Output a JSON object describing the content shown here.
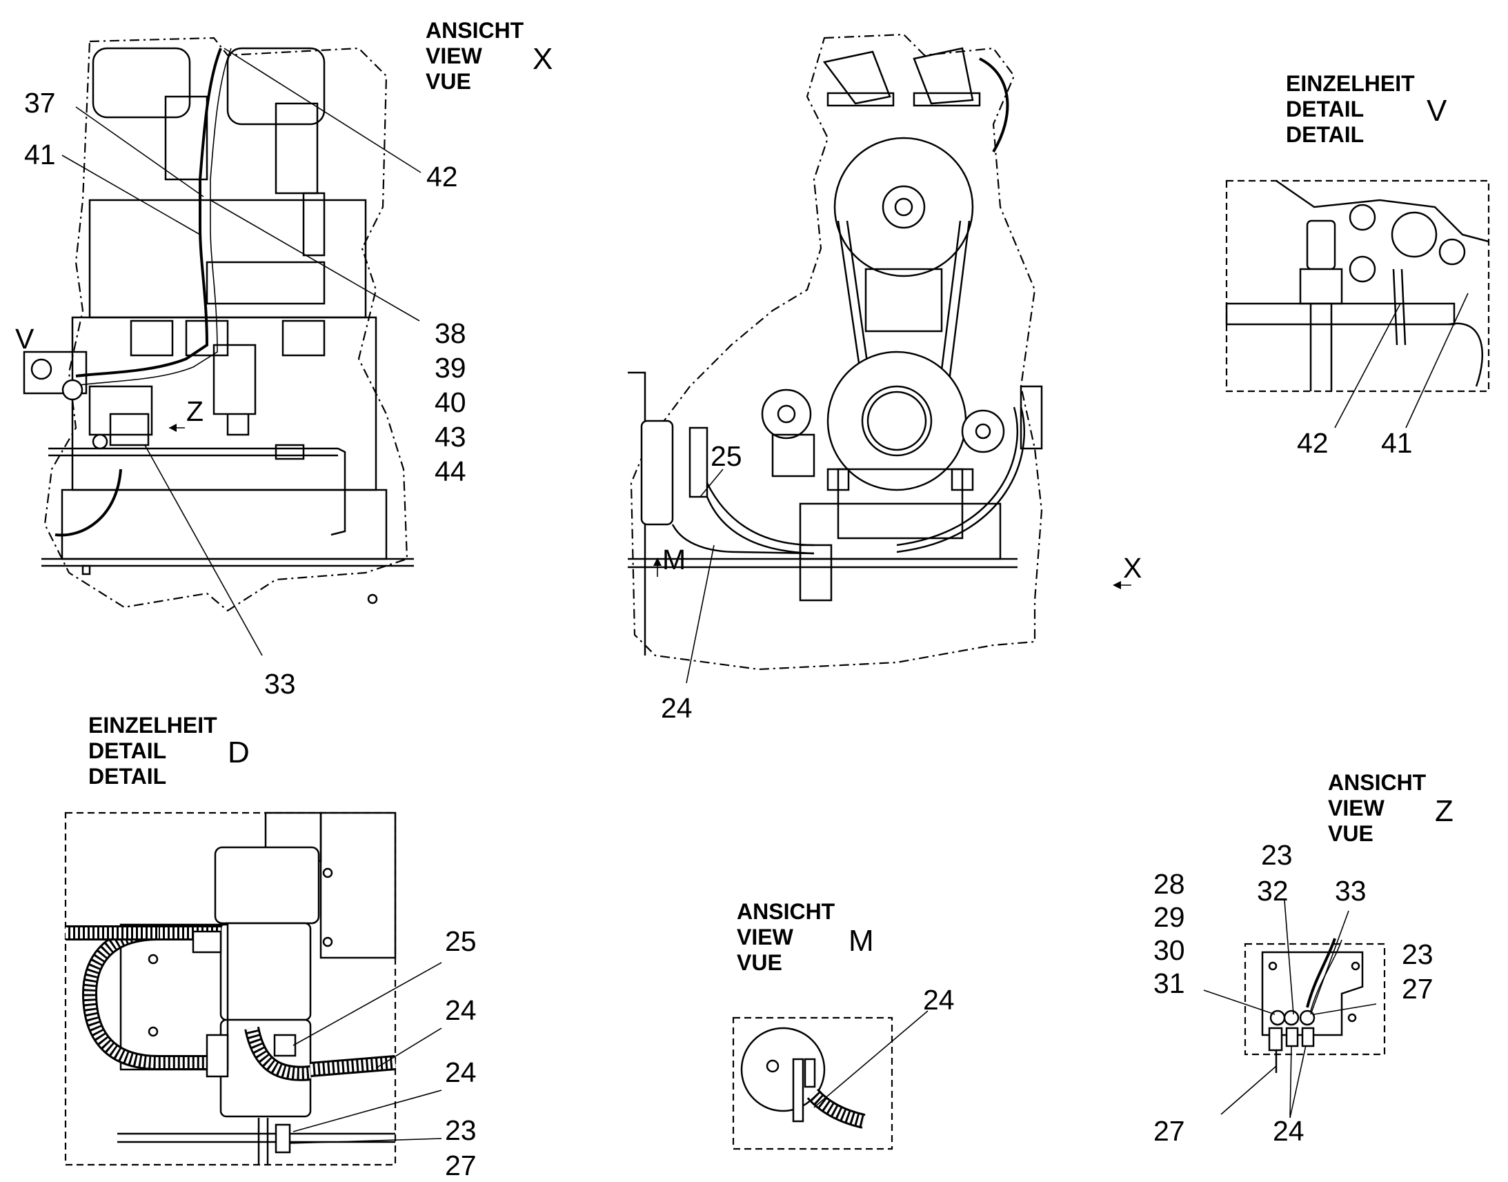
{
  "views": {
    "view_x": {
      "heading": [
        "ANSICHT",
        "VIEW",
        "VUE"
      ],
      "letter": "X"
    },
    "detail_v": {
      "heading": [
        "EINZELHEIT",
        "DETAIL",
        "DETAIL"
      ],
      "letter": "V"
    },
    "detail_d": {
      "heading": [
        "EINZELHEIT",
        "DETAIL",
        "DETAIL"
      ],
      "letter": "D"
    },
    "view_m": {
      "heading": [
        "ANSICHT",
        "VIEW",
        "VUE"
      ],
      "letter": "M"
    },
    "view_z": {
      "heading": [
        "ANSICHT",
        "VIEW",
        "VUE"
      ],
      "letter": "Z"
    }
  },
  "view_x_callouts": {
    "c37": "37",
    "c41": "41",
    "c42": "42",
    "c38": "38",
    "c39": "39",
    "c40": "40",
    "c43": "43",
    "c44": "44",
    "c33": "33",
    "marker_v": "V",
    "marker_z": "Z"
  },
  "main_view_callouts": {
    "c25": "25",
    "c24": "24",
    "marker_m": "M",
    "marker_x": "X"
  },
  "detail_v_callouts": {
    "c42": "42",
    "c41": "41"
  },
  "detail_d_callouts": {
    "c25": "25",
    "c24a": "24",
    "c24b": "24",
    "c23": "23",
    "c27": "27"
  },
  "view_m_callouts": {
    "c24": "24"
  },
  "view_z_callouts": {
    "c23a": "23",
    "c32": "32",
    "c33": "33",
    "c28": "28",
    "c29": "29",
    "c30": "30",
    "c31": "31",
    "c23b": "23",
    "c27a": "27",
    "c27b": "27",
    "c24": "24"
  }
}
